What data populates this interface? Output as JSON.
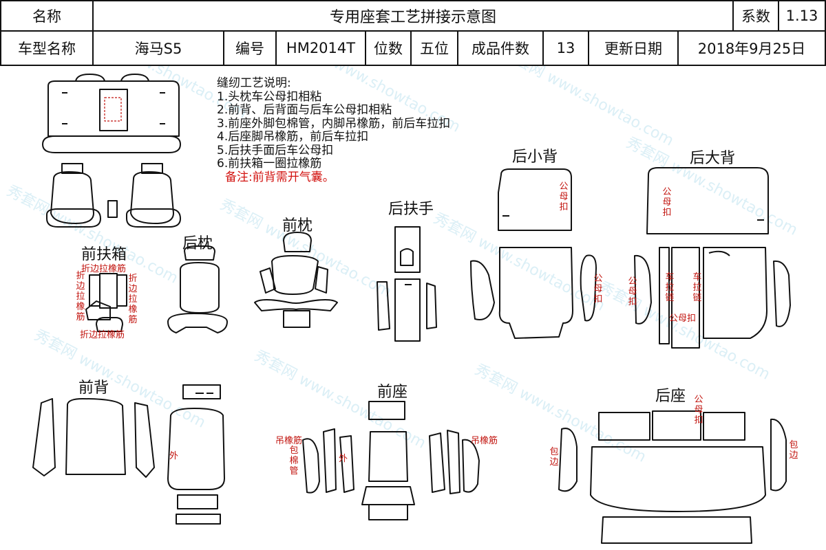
{
  "header": {
    "row1": {
      "name_label": "名称",
      "title": "专用座套工艺拼接示意图",
      "coef_label": "系数",
      "coef_value": "1.13"
    },
    "row2": {
      "model_label": "车型名称",
      "model_value": "海马S5",
      "code_label": "编号",
      "code_value": "HM2014T",
      "seats_label": "位数",
      "seats_value": "五位",
      "pieces_label": "成品件数",
      "pieces_value": "13",
      "updated_label": "更新日期",
      "updated_value": "2018年9月25日"
    }
  },
  "notes": {
    "heading": "缝纫工艺说明:",
    "items": [
      "1.头枕车公母扣相粘",
      "2.前背、后背面与后车公母扣相粘",
      "3.前座外脚包棉管，内脚吊橡筋，前后车拉扣",
      "4.后座脚吊橡筋，前后车拉扣",
      "5.后扶手面后车公母扣",
      "6.前扶箱一圈拉橡筋"
    ],
    "remark": "备注:前背需开气囊。"
  },
  "sections": {
    "front_console": "前扶箱",
    "rear_headrest": "后枕",
    "front_headrest": "前枕",
    "rear_armrest": "后扶手",
    "rear_small_back": "后小背",
    "rear_large_back": "后大背",
    "front_back": "前背",
    "front_seat": "前座",
    "rear_seat": "后座"
  },
  "annotations": {
    "console_top": "折边拉橡筋",
    "console_left": "折边拉橡筋",
    "console_right": "折边拉橡筋",
    "console_bottom": "折边拉橡筋",
    "small_back_top": "公母扣",
    "small_back_right": "公母扣",
    "large_back_top": "公母扣",
    "large_back_left": "公母扣",
    "large_back_pull1": "车拉链",
    "large_back_pull2": "车拉链",
    "large_back_bottom": "公母扣",
    "front_back_out": "外",
    "front_seat_left": "吊橡筋",
    "front_seat_cotton": "包棉管",
    "front_seat_out": "外",
    "front_seat_right": "吊橡筋",
    "rear_seat_top": "公母扣",
    "rear_seat_left": "包边",
    "rear_seat_right": "包边"
  },
  "watermark": "秀套网 www.showtao.com",
  "colors": {
    "line": "#111111",
    "annotation": "#c1120c",
    "remark": "#d2120f",
    "watermark": "#9fd3e8"
  }
}
